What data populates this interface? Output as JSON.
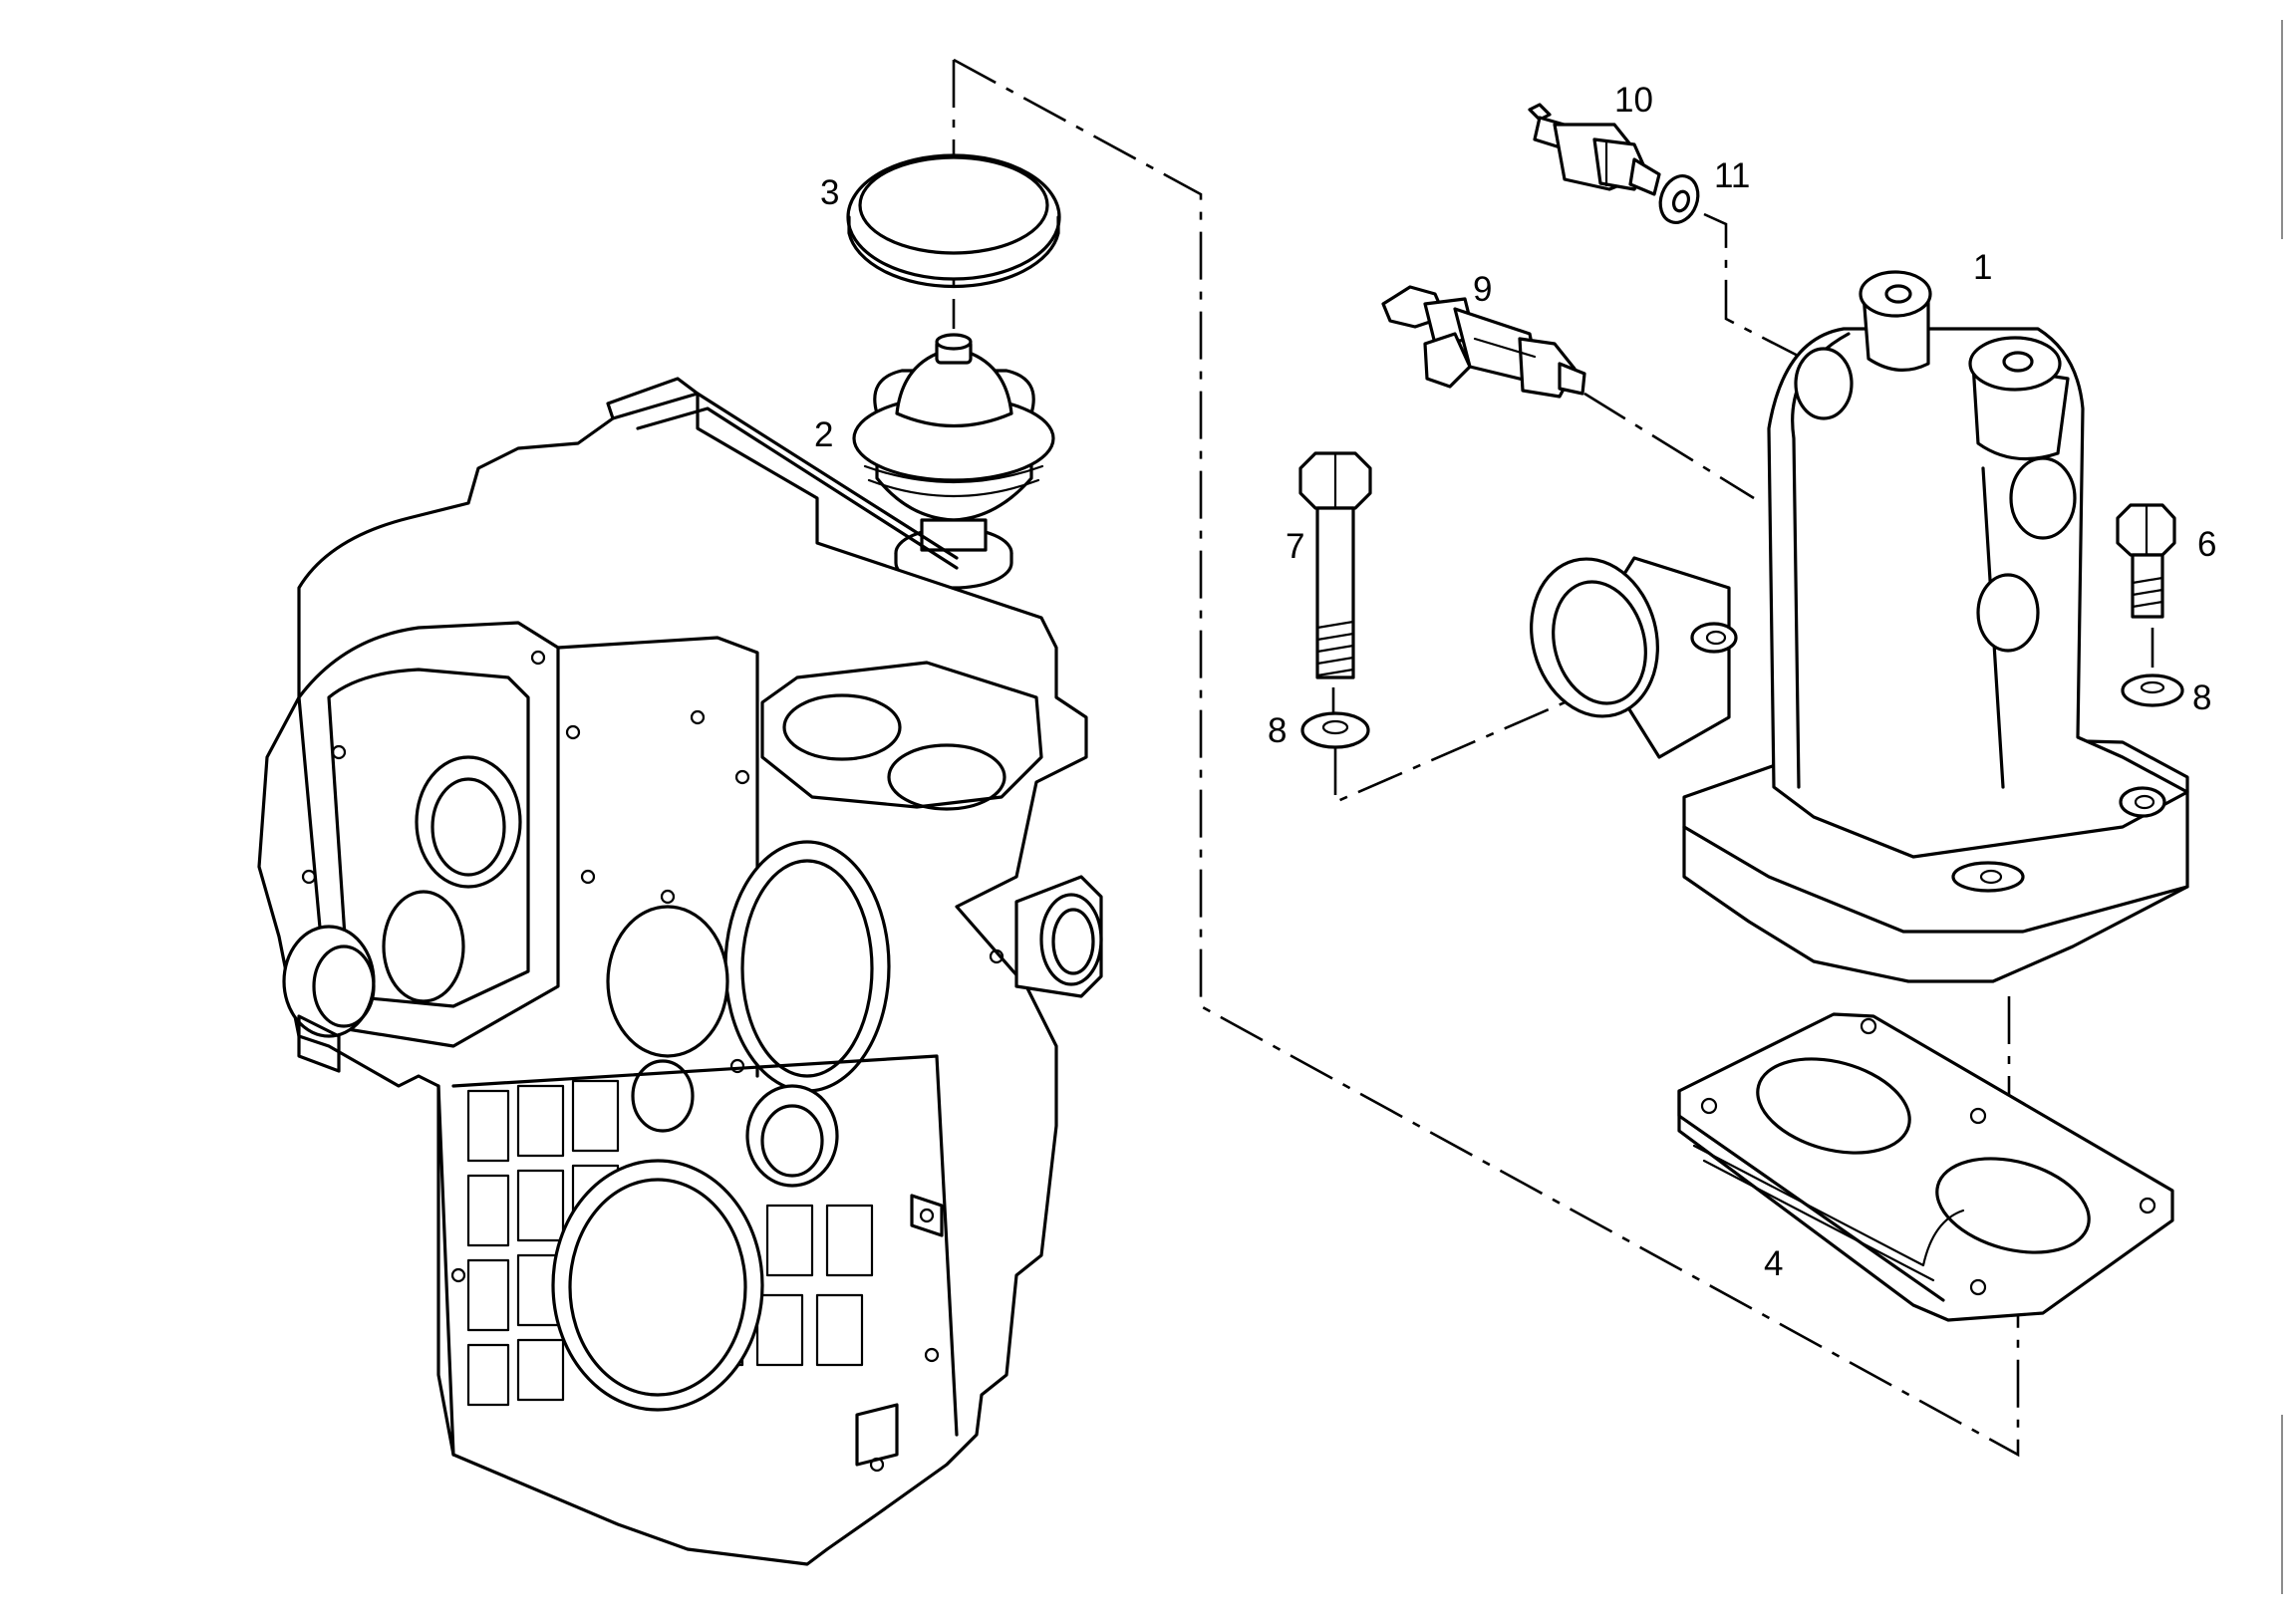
{
  "callouts": {
    "housing": "1",
    "thermostat": "2",
    "seal_ring": "3",
    "gasket": "4",
    "short_screw": "6",
    "long_screw": "7",
    "washer_left": "8",
    "washer_right": "8",
    "temp_sensor": "9",
    "temp_switch": "10",
    "sealing_ring": "11"
  }
}
